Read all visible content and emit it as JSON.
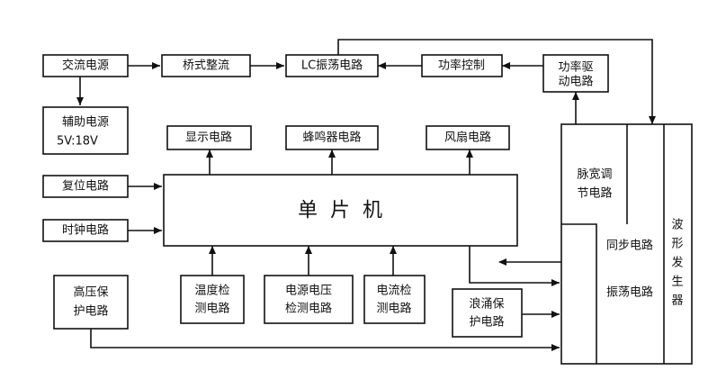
{
  "colors": {
    "line": "#111111",
    "background": "#ffffff"
  },
  "blocks": {
    "ac_power": "交流电源",
    "bridge_rectifier": "桥式整流",
    "lc_oscillation": "LC振荡电路",
    "power_control": "功率控制",
    "power_drive": [
      "功率驱",
      "动电路"
    ],
    "aux_power": [
      "辅助电源",
      "5V:18V"
    ],
    "display": "显示电路",
    "buzzer": "蜂鸣器电路",
    "fan": "风扇电路",
    "reset": "复位电路",
    "clock": "时钟电路",
    "mcu": "单片机",
    "hv_protect": [
      "高压保",
      "护电路"
    ],
    "temp_detect": [
      "温度检",
      "测电路"
    ],
    "voltage_detect": [
      "电源电压",
      "检测电路"
    ],
    "current_detect": [
      "电流检",
      "测电路"
    ],
    "surge_protect": [
      "浪涌保",
      "护电路"
    ],
    "pwm": [
      "脉宽调",
      "节电路"
    ],
    "sync": "同步电路",
    "oscillator": "振荡电路",
    "waveform_gen": [
      "波",
      "形",
      "发",
      "生",
      "器"
    ]
  }
}
